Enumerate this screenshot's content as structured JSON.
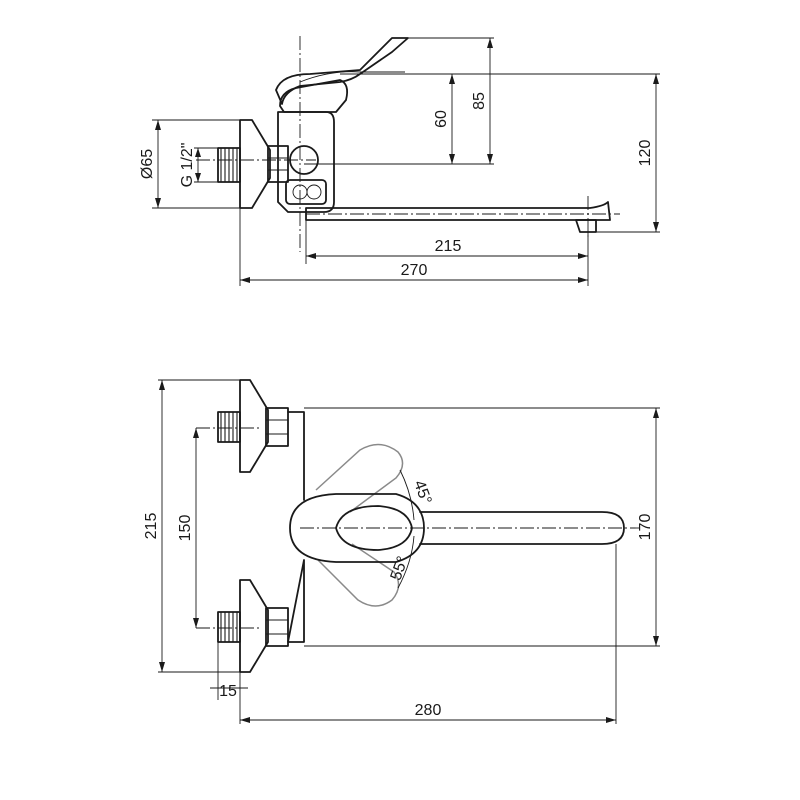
{
  "side_view": {
    "dims": {
      "height_60": "60",
      "height_85": "85",
      "height_120": "120",
      "length_215": "215",
      "length_270": "270",
      "diameter": "Ø65",
      "thread": "G 1/2\""
    }
  },
  "top_view": {
    "dims": {
      "width_215": "215",
      "spacing_150": "150",
      "height_170": "170",
      "offset_15": "15",
      "length_280": "280",
      "angle_45": "45°",
      "angle_55": "55°"
    }
  }
}
